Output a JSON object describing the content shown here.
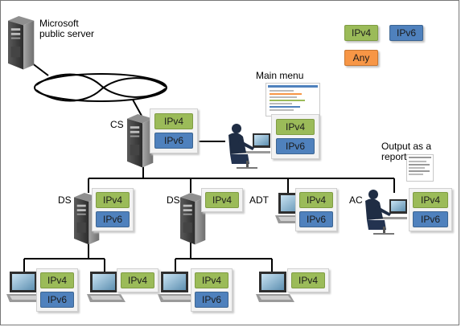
{
  "labels": {
    "server": "Microsoft public server",
    "server_line1": "Microsoft",
    "server_line2": "public server",
    "cs": "CS",
    "ds_left": "DS",
    "ds_mid": "DS",
    "adt": "ADT",
    "ac": "AC",
    "main_menu": "Main menu",
    "output_line1": "Output as a",
    "output_line2": "report"
  },
  "legend": {
    "ipv4": "IPv4",
    "ipv6": "IPv6",
    "any": "Any"
  },
  "protocols": {
    "ipv4": "IPv4",
    "ipv6": "IPv6"
  },
  "colors": {
    "ipv4": "#9bbb59",
    "ipv6": "#4f81bd",
    "any": "#f79646",
    "line": "#000000"
  },
  "icons": [
    "server-icon",
    "laptop-icon",
    "operator-icon",
    "network-cloud-icon",
    "report-icon"
  ]
}
